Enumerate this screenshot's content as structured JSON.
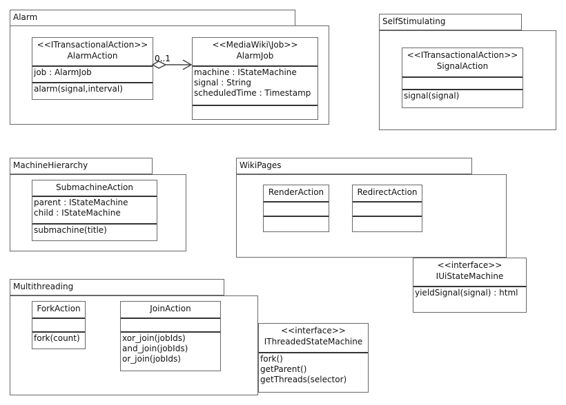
{
  "packages": [
    {
      "name": "Alarm",
      "classes": [
        {
          "stereotype": "<<ITransactionalAction>>",
          "name": "AlarmAction",
          "attributes": [
            "job : AlarmJob"
          ],
          "operations": [
            "alarm(signal,interval)"
          ]
        },
        {
          "stereotype": "<<MediaWiki\\Job>>",
          "name": "AlarmJob",
          "attributes": [
            "machine : IStateMachine",
            "signal : String",
            "scheduledTime : Timestamp"
          ],
          "operations": []
        }
      ]
    },
    {
      "name": "SelfStimulating",
      "classes": [
        {
          "stereotype": "<<ITransactionalAction>>",
          "name": "SignalAction",
          "attributes": [],
          "operations": [
            "signal(signal)"
          ]
        }
      ]
    },
    {
      "name": "MachineHierarchy",
      "classes": [
        {
          "stereotype": "",
          "name": "SubmachineAction",
          "attributes": [
            "parent : IStateMachine",
            "child : IStateMachine"
          ],
          "operations": [
            "submachine(title)"
          ]
        }
      ]
    },
    {
      "name": "WikiPages",
      "classes": [
        {
          "stereotype": "",
          "name": "RenderAction",
          "attributes": [],
          "operations": []
        },
        {
          "stereotype": "",
          "name": "RedirectAction",
          "attributes": [],
          "operations": []
        }
      ]
    },
    {
      "name": "Multithreading",
      "classes": [
        {
          "stereotype": "",
          "name": "ForkAction",
          "attributes": [],
          "operations": [
            "fork(count)"
          ]
        },
        {
          "stereotype": "",
          "name": "JoinAction",
          "attributes": [],
          "operations": [
            "xor_join(jobIds)",
            "and_join(jobIds)",
            "or_join(jobIds)"
          ]
        }
      ]
    }
  ],
  "interfaces": [
    {
      "stereotype": "<<interface>>",
      "name": "IUiStateMachine",
      "operations": [
        "yieldSignal(signal) : html"
      ]
    },
    {
      "stereotype": "<<interface>>",
      "name": "IThreadedStateMachine",
      "operations": [
        "fork()",
        "getParent()",
        "getThreads(selector)"
      ]
    }
  ],
  "associations": [
    {
      "from": "AlarmAction",
      "to": "AlarmJob",
      "kind": "aggregation",
      "multiplicity": "0..1"
    }
  ]
}
